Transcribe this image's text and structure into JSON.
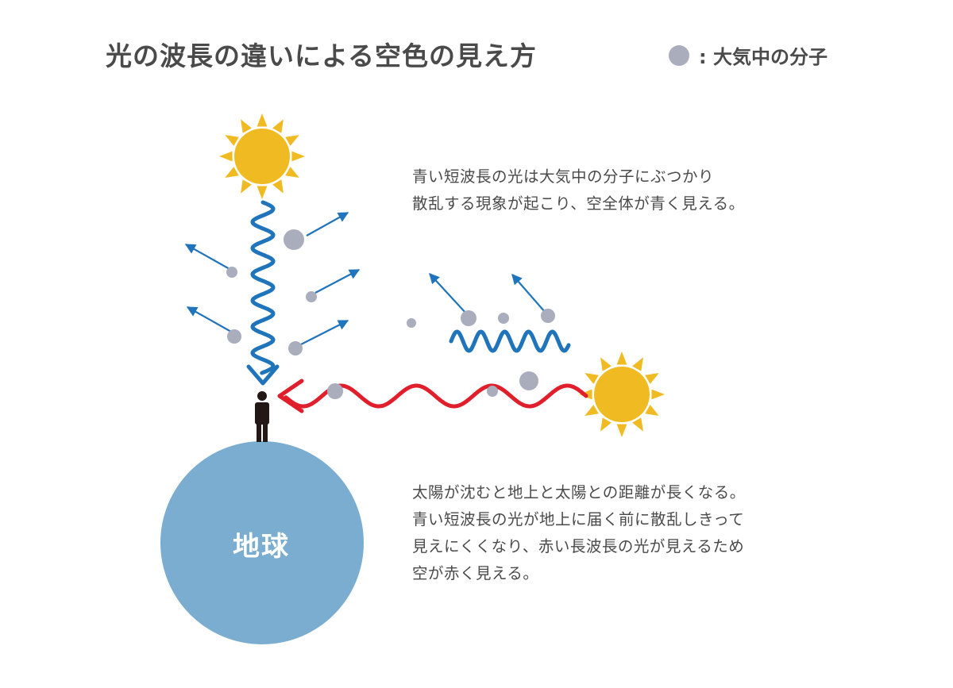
{
  "title": "光の波長の違いによる空色の見え方",
  "legend": {
    "label": ": 大気中の分子",
    "marker_color": "#a9adbc"
  },
  "captions": {
    "daytime": [
      "青い短波長の光は大気中の分子にぶつかり",
      "散乱する現象が起こり、空全体が青く見える。"
    ],
    "sunset": [
      "太陽が沈むと地上と太陽との距離が長くなる。",
      "青い短波長の光が地上に届く前に散乱しきって",
      "見えにくくなり、赤い長波長の光が見えるため",
      "空が赤く見える。"
    ]
  },
  "earth": {
    "label": "地球",
    "color": "#7aadd0"
  },
  "colors": {
    "sun": "#f0bb22",
    "blue_light": "#1f74bb",
    "red_light": "#e11e2b",
    "molecule": "#a9adbc",
    "person": "#231815",
    "text": "#4a4a4a"
  }
}
